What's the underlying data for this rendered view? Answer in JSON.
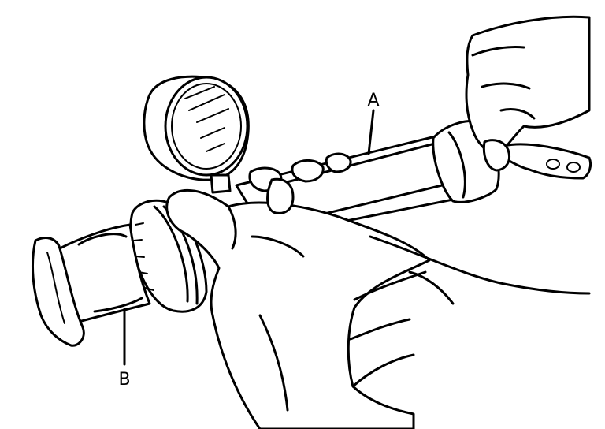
{
  "figure": {
    "callouts": [
      {
        "id": "A",
        "label": "A"
      },
      {
        "id": "B",
        "label": "B"
      }
    ],
    "ink_color": "#000000",
    "background": "#ffffff"
  }
}
